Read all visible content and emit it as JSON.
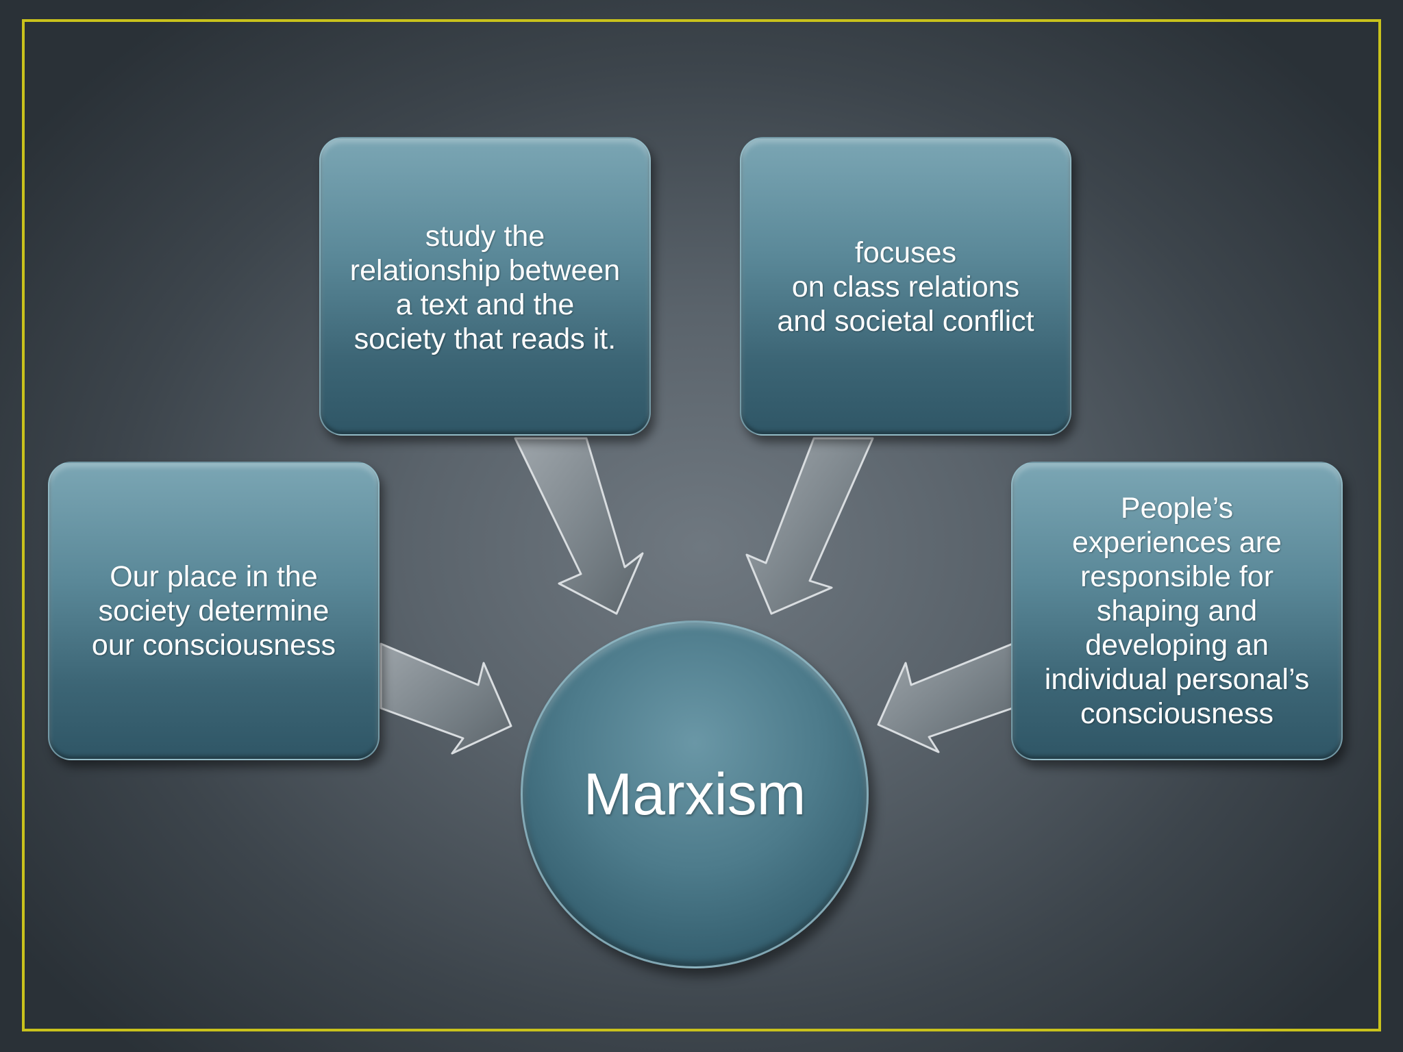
{
  "diagram": {
    "center": "Marxism",
    "boxes": {
      "left": "Our place in the\nsociety determine\nour consciousness",
      "top_left": "study the\nrelationship between\na text and the\nsociety that reads it.",
      "top_right": "focuses\non class relations\nand societal conflict",
      "right": "People’s\nexperiences are\nresponsible for\nshaping and\ndeveloping an\nindividual personal’s\nconsciousness"
    },
    "colors": {
      "frame": "#c9c21c",
      "box": "#4d7b8b",
      "arrow": "#8a9399"
    }
  }
}
